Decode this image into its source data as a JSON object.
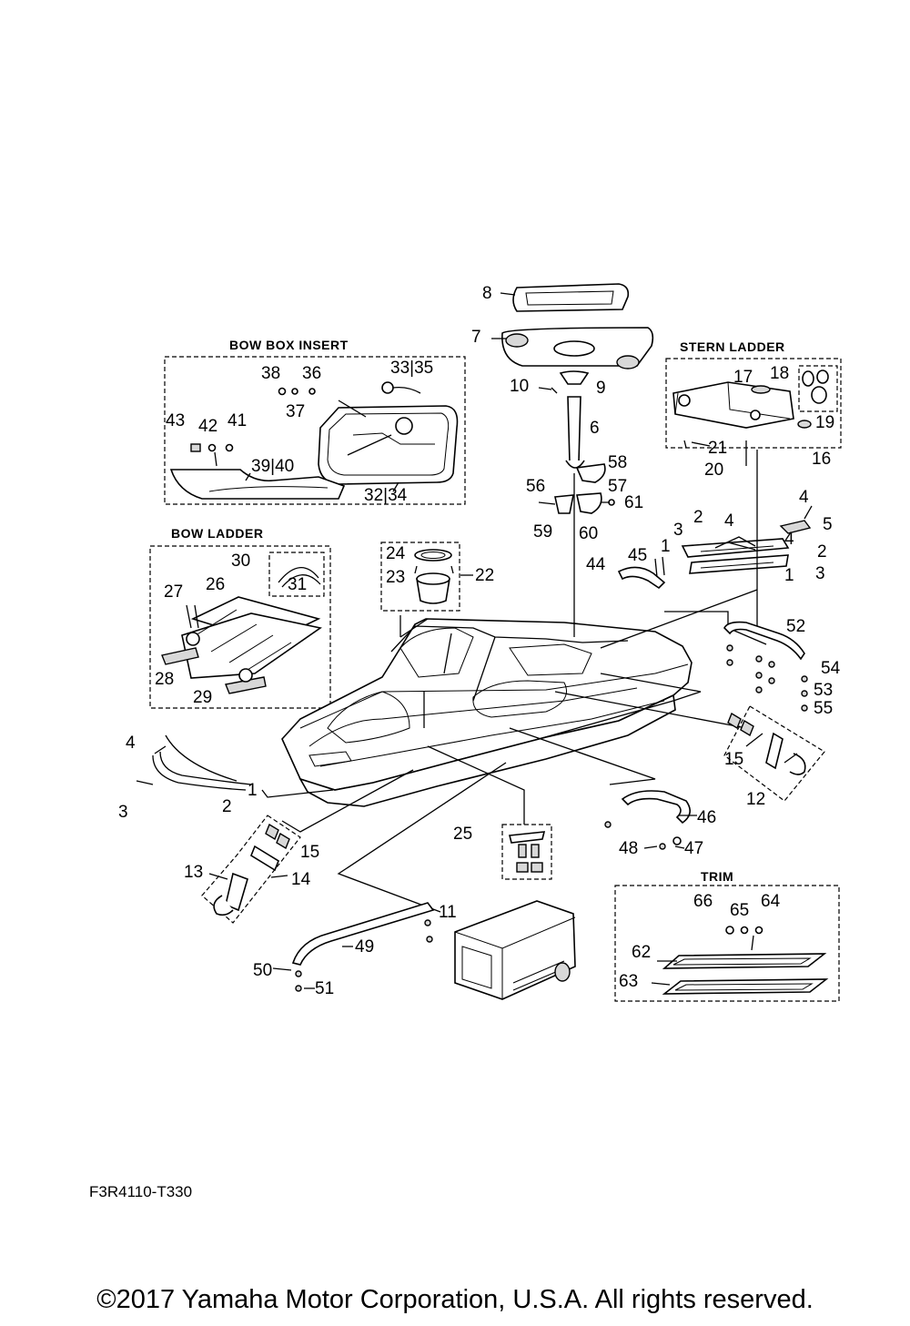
{
  "groups": {
    "bow_box_insert": "BOW BOX INSERT",
    "stern_ladder": "STERN LADDER",
    "bow_ladder": "BOW LADDER",
    "trim": "TRIM"
  },
  "callouts": {
    "n1": "1",
    "n2": "2",
    "n3": "3",
    "n4": "4",
    "n5": "5",
    "n6": "6",
    "n7": "7",
    "n8": "8",
    "n9": "9",
    "n10": "10",
    "n11": "11",
    "n12": "12",
    "n13": "13",
    "n14": "14",
    "n15": "15",
    "n16": "16",
    "n17": "17",
    "n18": "18",
    "n19": "19",
    "n20": "20",
    "n21": "21",
    "n22": "22",
    "n23": "23",
    "n24": "24",
    "n25": "25",
    "n26": "26",
    "n27": "27",
    "n28": "28",
    "n29": "29",
    "n30": "30",
    "n31": "31",
    "n32_34": "32|34",
    "n33_35": "33|35",
    "n36": "36",
    "n37": "37",
    "n38": "38",
    "n39_40": "39|40",
    "n41": "41",
    "n42": "42",
    "n43": "43",
    "n44": "44",
    "n45": "45",
    "n46": "46",
    "n47": "47",
    "n48": "48",
    "n49": "49",
    "n50": "50",
    "n51": "51",
    "n52": "52",
    "n53": "53",
    "n54": "54",
    "n55": "55",
    "n56": "56",
    "n57": "57",
    "n58": "58",
    "n59": "59",
    "n60": "60",
    "n61": "61",
    "n62": "62",
    "n63": "63",
    "n64": "64",
    "n65": "65",
    "n66": "66"
  },
  "catalog_code": "F3R4110-T330",
  "copyright": "©2017 Yamaha Motor Corporation, U.S.A. All rights reserved."
}
